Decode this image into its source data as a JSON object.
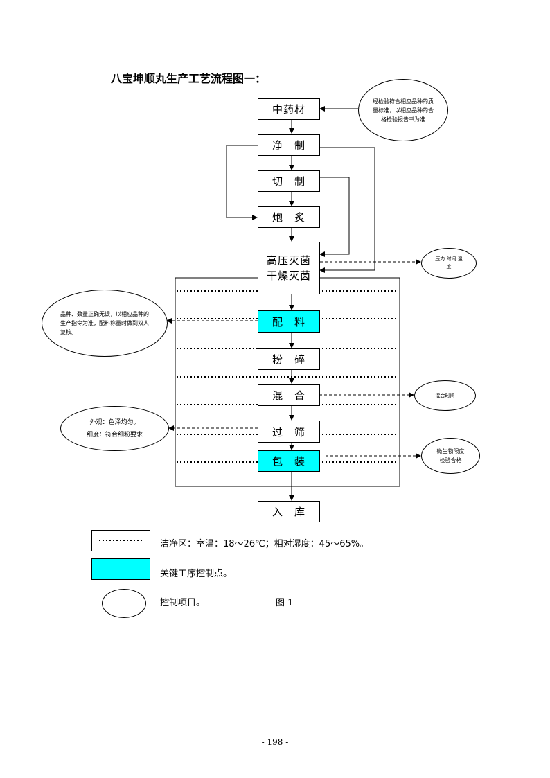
{
  "title": "八宝坤顺丸生产工艺流程图一：",
  "steps": {
    "s1": "中药材",
    "s2": "净　制",
    "s3": "切　制",
    "s4": "炮　炙",
    "s5_line1": "高压灭菌",
    "s5_line2": "干燥灭菌",
    "s6": "配　料",
    "s7": "粉　碎",
    "s8": "混　合",
    "s9": "过　筛",
    "s10": "包　装",
    "s11": "入　库"
  },
  "controls": {
    "c1": "经检验符合相应品种的质量标准，以相应品种的合格检验报告书为准",
    "c2": "压力 时间 温度",
    "c3": "品种、数量正确无误，以相应品种的生产指令为准，配料称量时做到双人复核。",
    "c4": "混合时间",
    "c5_line1": "外观：色泽均匀。",
    "c5_line2": "细度：符合细粉要求",
    "c6": "微生物限度检验合格"
  },
  "legend": {
    "clean_zone": "洁净区：室温：18～26℃；相对湿度：45～65%。",
    "key_point": "关键工序控制点。",
    "control_item": "控制项目。",
    "figure_label": "图 1"
  },
  "page_number": "- 198 -",
  "colors": {
    "key_step_fill": "#00ffff",
    "line": "#000000"
  }
}
